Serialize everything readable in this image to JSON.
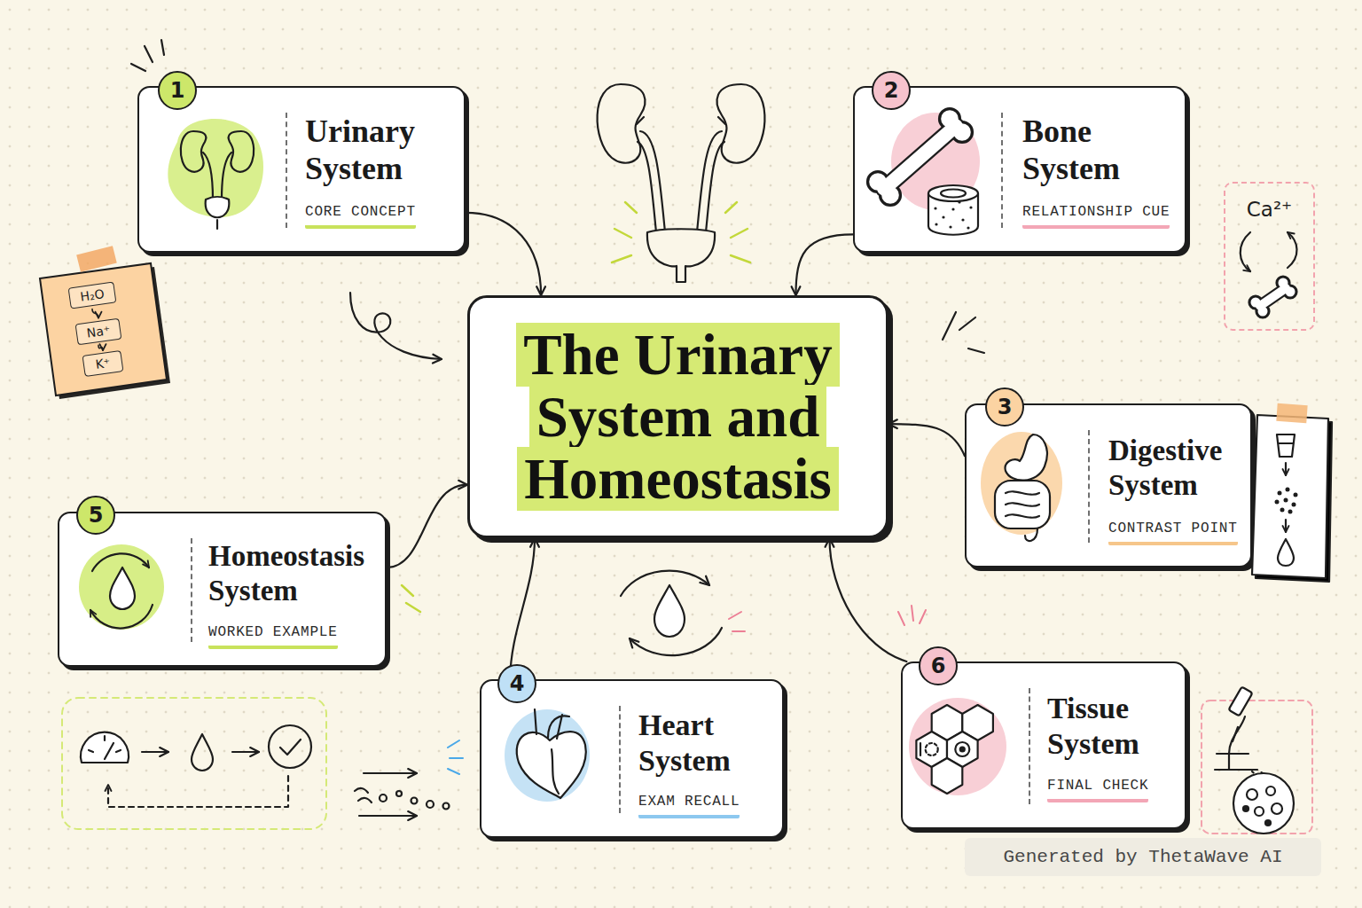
{
  "diagram": {
    "nodes": [
      {
        "text": [
          "Urinary System",
          "CORE CONCEPT"
        ]
      },
      {
        "text": [
          "1"
        ],
        "in": 0
      },
      {
        "text": [
          "Bone System",
          "RELATIONSHIP CUE"
        ]
      },
      {
        "text": [
          "2"
        ],
        "in": 2
      },
      {
        "text": [
          "Ca²⁺"
        ]
      },
      {
        "text": [
          "H₂O"
        ]
      },
      {
        "text": [
          "Na⁺"
        ]
      },
      {
        "text": [
          "K⁺"
        ]
      },
      {
        "text": [
          "The Urinary System and Homeostasis"
        ]
      },
      {
        "text": [
          "Digestive System",
          "CONTRAST POINT"
        ]
      },
      {
        "text": [
          "3"
        ],
        "in": 9
      },
      {
        "text": [
          "Homeostasis System",
          "WORKED EXAMPLE"
        ]
      },
      {
        "text": [
          "5"
        ],
        "in": 11
      },
      {
        "text": [
          "Heart System",
          "EXAM RECALL"
        ]
      },
      {
        "text": [
          "4"
        ],
        "in": 13
      },
      {
        "text": [
          "Tissue System",
          "FINAL CHECK"
        ]
      },
      {
        "text": [
          "6"
        ],
        "in": 15
      }
    ],
    "edges": [
      {
        "from": 0,
        "to": 8,
        "arrow": "to"
      },
      {
        "from": 2,
        "to": 8,
        "arrow": "to"
      },
      {
        "from": 9,
        "to": 8,
        "arrow": "to"
      },
      {
        "from": 11,
        "to": 8,
        "arrow": "to"
      },
      {
        "from": 13,
        "to": 8,
        "arrow": "to"
      },
      {
        "from": 15,
        "to": 8,
        "arrow": "to"
      },
      {
        "from": 5,
        "to": 6,
        "arrow": "to"
      },
      {
        "from": 6,
        "to": 7,
        "arrow": "to"
      }
    ],
    "labels": [
      "Generated by ThetaWave AI"
    ]
  }
}
